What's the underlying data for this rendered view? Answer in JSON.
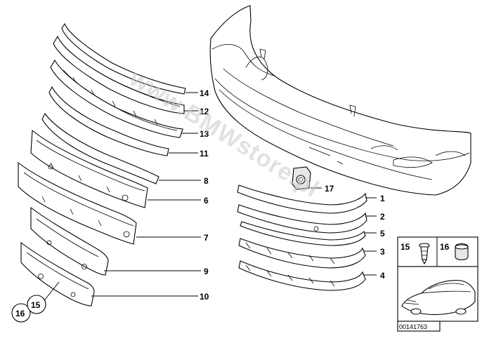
{
  "watermark": "www.BMWstore.pl",
  "document_number": "00141763",
  "callouts": {
    "c1": "1",
    "c2": "2",
    "c3": "3",
    "c4": "4",
    "c5": "5",
    "c6": "6",
    "c7": "7",
    "c8": "8",
    "c10": "10",
    "c11": "11",
    "c12": "12",
    "c13": "13",
    "c14": "14",
    "c15": "15",
    "c16": "16",
    "c17": "17",
    "c9": "9",
    "c15_circled": "15",
    "c16_circled": "16"
  }
}
